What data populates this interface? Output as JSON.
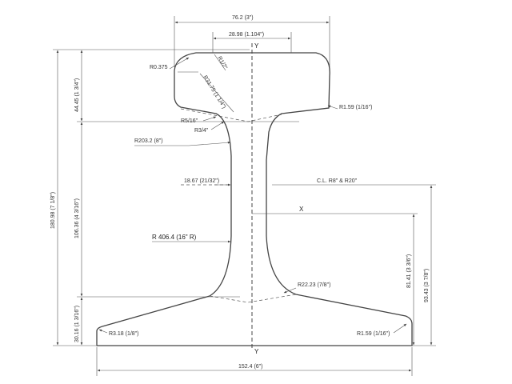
{
  "axes": {
    "y_top": "Y",
    "y_bottom": "Y",
    "x": "X"
  },
  "dimensions": {
    "head_width": "76.2 (3\")",
    "top_width": "28.98 (1.104\")",
    "base_width": "152.4 (6\")",
    "total_height": "180.98 (7 1/8\")",
    "head_height": "44.45 (1 3/4\")",
    "web_height": "106.36 (4 3/16\")",
    "base_height": "30.16 (1 3/16\")",
    "centroid_height": "81.41 (3 3/6\")",
    "x_axis_height": "93.43 (3 7/8\")",
    "web_thickness": "18.67 (21/32\")",
    "centerline_note": "C.L. R8\" & R20\""
  },
  "radii": {
    "r0375": "R0.375",
    "r_half": "R1/2\"",
    "r3175": "R31.75 (1 1/4\")",
    "r_head_right": "R1.59 (1/16\")",
    "r5_16": "R5/16\"",
    "r3_4": "R3/4\"",
    "r2032": "R203.2 (8\")",
    "r4064": "R 406.4 (16\" R)",
    "r2223": "R22.23 (7/8\")",
    "r318": "R3.18 (1/8\")",
    "r159_base": "R1.59 (1/16\")"
  }
}
